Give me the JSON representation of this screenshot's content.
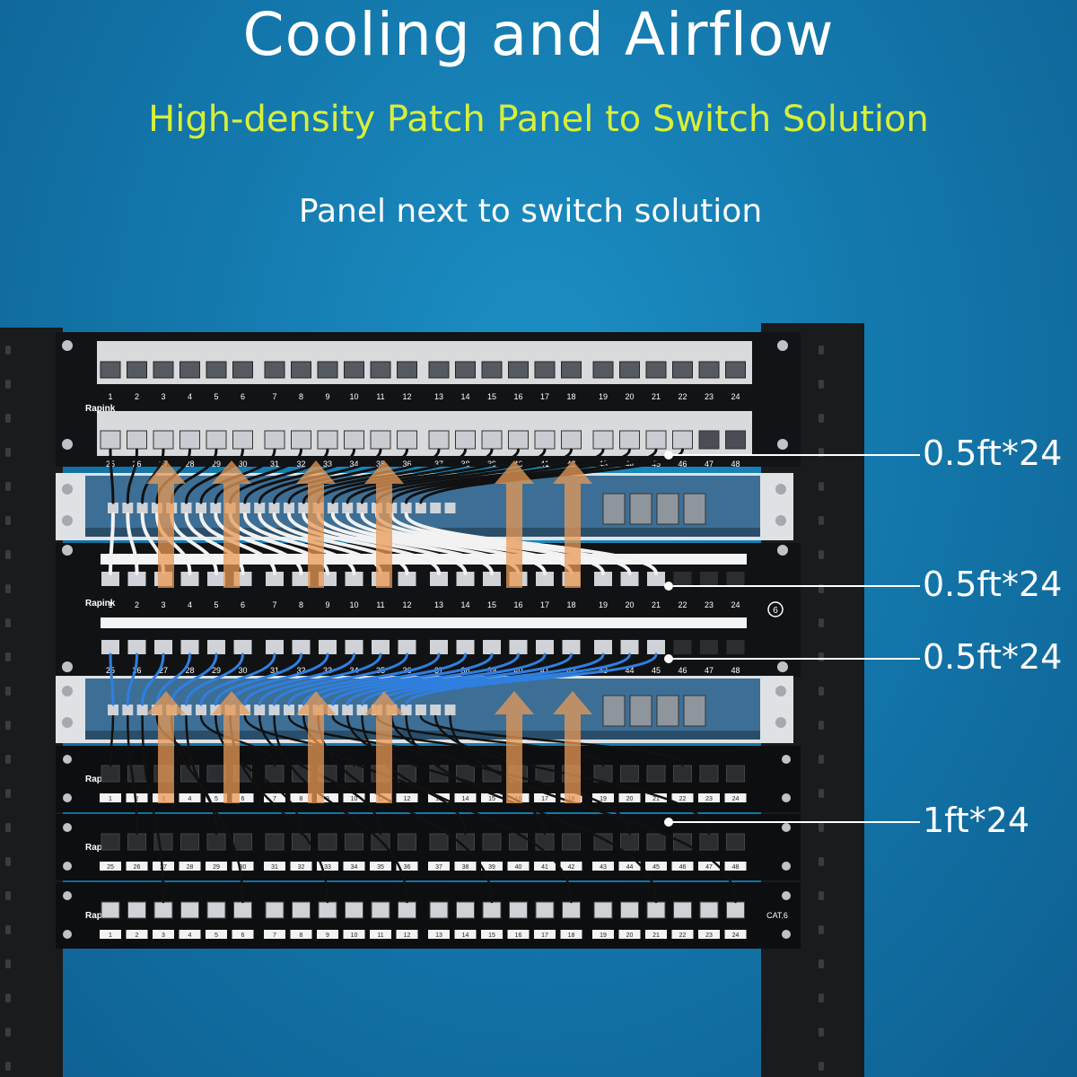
{
  "header": {
    "title": "Cooling and Airflow",
    "subtitle": "High-density Patch Panel to Switch Solution",
    "caption": "Panel next to switch solution"
  },
  "callouts": [
    {
      "label": "0.5ft*24"
    },
    {
      "label": "0.5ft*24"
    },
    {
      "label": "0.5ft*24"
    },
    {
      "label": "1ft*24"
    }
  ],
  "rack": {
    "brand": "Rapink",
    "category_label": "CAT.6",
    "badge_label": "6",
    "panel1_row_a": [
      "1",
      "2",
      "3",
      "4",
      "5",
      "6",
      "7",
      "8",
      "9",
      "10",
      "11",
      "12",
      "13",
      "14",
      "15",
      "16",
      "17",
      "18",
      "19",
      "20",
      "21",
      "22",
      "23",
      "24"
    ],
    "panel1_row_b": [
      "25",
      "26",
      "27",
      "28",
      "29",
      "30",
      "31",
      "32",
      "33",
      "34",
      "35",
      "36",
      "37",
      "38",
      "39",
      "40",
      "41",
      "42",
      "43",
      "44",
      "45",
      "46",
      "47",
      "48"
    ],
    "panel2_row_a": [
      "1",
      "2",
      "3",
      "4",
      "5",
      "6",
      "7",
      "8",
      "9",
      "10",
      "11",
      "12",
      "13",
      "14",
      "15",
      "16",
      "17",
      "18",
      "19",
      "20",
      "21",
      "22",
      "23",
      "24"
    ],
    "panel2_row_b": [
      "25",
      "26",
      "27",
      "28",
      "29",
      "30",
      "31",
      "32",
      "33",
      "34",
      "35",
      "36",
      "37",
      "38",
      "39",
      "40",
      "41",
      "42",
      "43",
      "44",
      "45",
      "46",
      "47",
      "48"
    ],
    "panel3_row": [
      "1",
      "2",
      "3",
      "4",
      "5",
      "6",
      "7",
      "8",
      "9",
      "10",
      "11",
      "12",
      "13",
      "14",
      "15",
      "16",
      "17",
      "18",
      "19",
      "20",
      "21",
      "22",
      "23",
      "24"
    ],
    "panel4_row": [
      "25",
      "26",
      "27",
      "28",
      "29",
      "30",
      "31",
      "32",
      "33",
      "34",
      "35",
      "36",
      "37",
      "38",
      "39",
      "40",
      "41",
      "42",
      "43",
      "44",
      "45",
      "46",
      "47",
      "48"
    ],
    "panel5_row": [
      "1",
      "2",
      "3",
      "4",
      "5",
      "6",
      "7",
      "8",
      "9",
      "10",
      "11",
      "12",
      "13",
      "14",
      "15",
      "16",
      "17",
      "18",
      "19",
      "20",
      "21",
      "22",
      "23",
      "24"
    ]
  },
  "colors": {
    "background": "#1479ad",
    "title": "#ffffff",
    "subtitle": "#d8ef3a",
    "airflow_arrow": "#e89a55",
    "cable_black": "#111111",
    "cable_white": "#f2f2f2",
    "cable_blue": "#2f7fe0",
    "switch_body": "#3d6f96"
  }
}
